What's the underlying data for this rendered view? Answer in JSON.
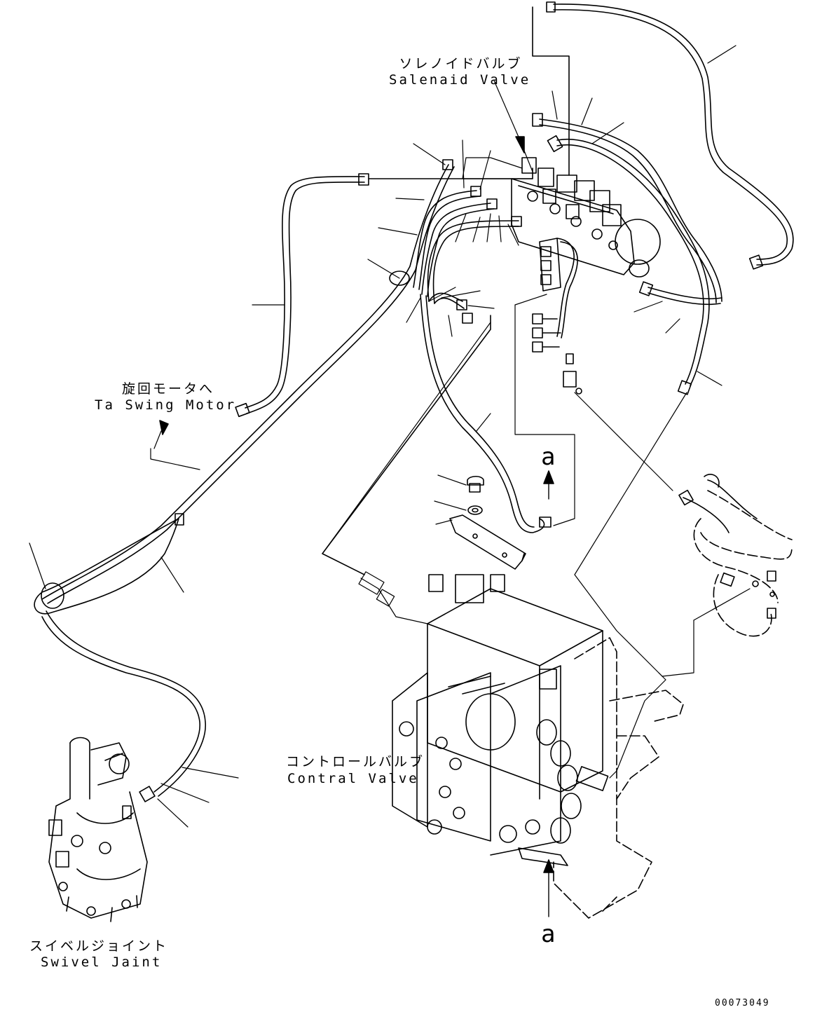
{
  "labels": {
    "solenoid_valve_jp": "ソレノイドバルブ",
    "solenoid_valve_en": "Salenaid Valve",
    "swing_motor_jp": "旋回モータへ",
    "swing_motor_en": "Ta Swing Motor",
    "control_valve_jp": "コントロールバルブ",
    "control_valve_en": "Contral Valve",
    "swivel_joint_jp": "スイベルジョイント",
    "swivel_joint_en": "Swivel Jaint",
    "view_a_top": "a",
    "view_a_bottom": "a"
  },
  "drawing_number": "00073049",
  "colors": {
    "line": "#000000",
    "background": "#ffffff"
  }
}
